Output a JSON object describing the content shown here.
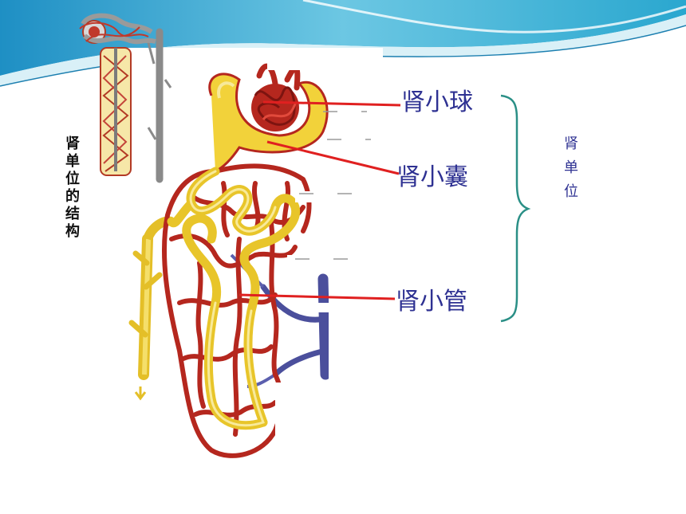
{
  "title_vertical": "肾单位的结构",
  "labels": {
    "glomerulus": "肾小球",
    "capsule": "肾小囊",
    "tubule": "肾小管"
  },
  "brace_label": "肾单位",
  "colors": {
    "label_text": "#2e3192",
    "pointer_line": "#e02020",
    "brace": "#2a8f86",
    "artery": "#b5271e",
    "tubule": "#f2d23a",
    "vein": "#4b4f9c",
    "header_wave": "#3fb3d6"
  }
}
